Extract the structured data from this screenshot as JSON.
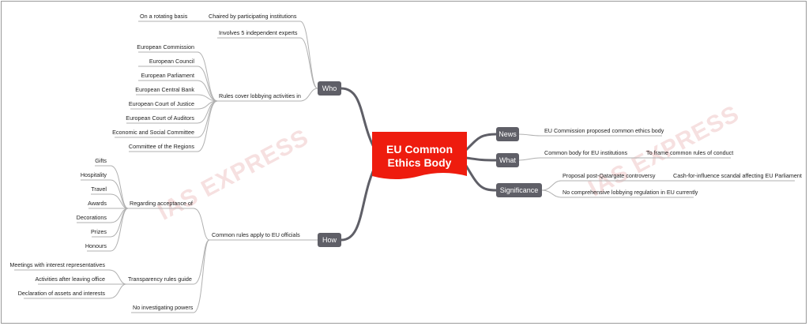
{
  "central": {
    "line1": "EU Common",
    "line2": "Ethics Body"
  },
  "watermark": "IAS EXPRESS",
  "branches": {
    "who": "Who",
    "how": "How",
    "news": "News",
    "what": "What",
    "significance": "Significance"
  },
  "who": {
    "chaired": "Chaired by participating institutions",
    "rotating": "On a rotating basis",
    "experts": "Involves 5 independent experts",
    "rules": "Rules cover lobbying activities in",
    "institutions": [
      "European Commission",
      "European Council",
      "European Parliament",
      "European Central Bank",
      "European Court of Justice",
      "European Court of Auditors",
      "Economic and Social Committee",
      "Committee of the Regions"
    ]
  },
  "how": {
    "common": "Common rules apply to EU officials",
    "regarding": "Regarding acceptance of",
    "acceptance": [
      "Gifts",
      "Hospitality",
      "Travel",
      "Awards",
      "Decorations",
      "Prizes",
      "Honours"
    ],
    "transparency": "Transparency rules guide",
    "guide": [
      "Meetings with interest representatives",
      "Activities after leaving office",
      "Declaration of assets and interests"
    ],
    "no_powers": "No investigating powers"
  },
  "news": {
    "item": "EU Commission proposed common ethics body"
  },
  "what": {
    "item": "Common body for EU institutions",
    "sub": "To frame common rules of conduct"
  },
  "significance": {
    "proposal": "Proposal post-Qatargate controversy",
    "scandal": "Cash-for-influence scandal affecting EU Parliament",
    "regulation": "No comprehensive lobbying regulation in EU currently"
  },
  "colors": {
    "central": "#ee1c0e",
    "pill": "#5f5f67",
    "line": "#b0b0b0",
    "trunk": "#5f5f67"
  }
}
